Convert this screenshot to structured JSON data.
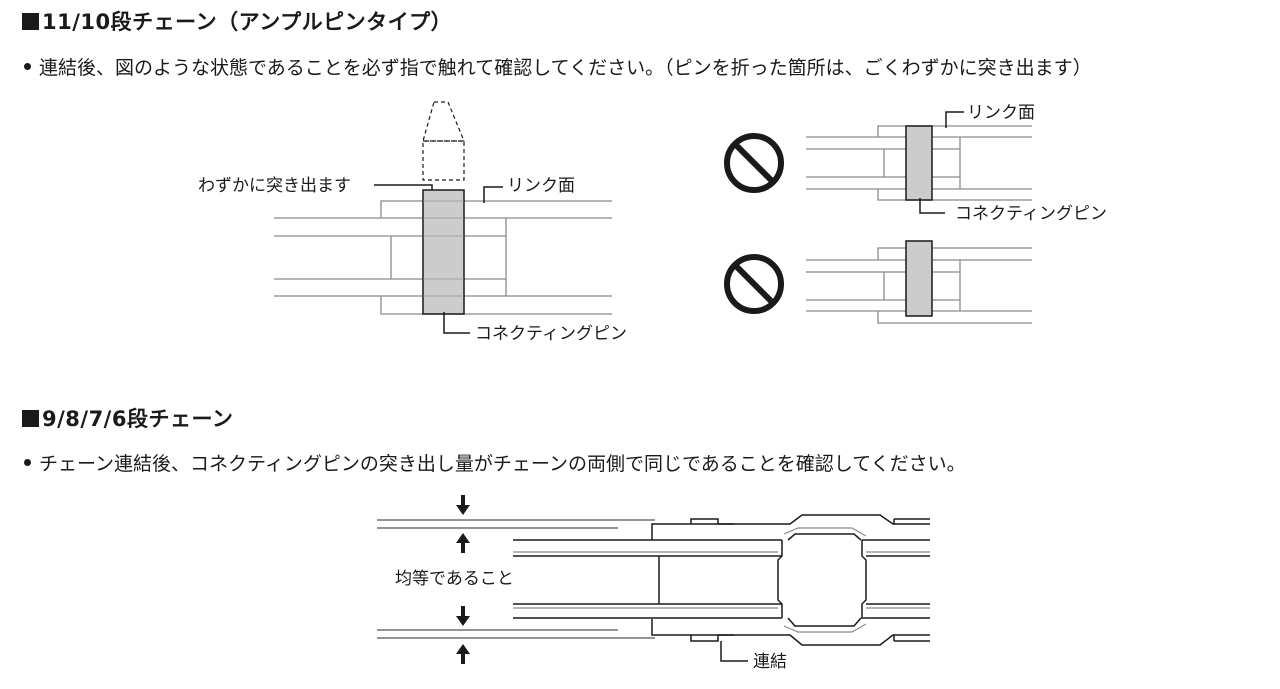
{
  "section1": {
    "heading": "11/10段チェーン（アンプルピンタイプ）",
    "bullet": "連結後、図のような状態であることを必ず指で触れて確認してください。（ピンを折った箇所は、ごくわずかに突き出ます）",
    "figure_ok": {
      "label_protrude": "わずかに突き出ます",
      "label_link_face": "リンク面",
      "label_pin": "コネクティングピン"
    },
    "figure_ng_1": {
      "icon": "prohibited-icon",
      "label_link_face": "リンク面",
      "label_pin": "コネクティングピン"
    },
    "figure_ng_2": {
      "icon": "prohibited-icon"
    }
  },
  "section2": {
    "heading": "9/8/7/6段チェーン",
    "bullet": "チェーン連結後、コネクティングピンの突き出し量がチェーンの両側で同じであることを確認してください。",
    "figure": {
      "label_equal": "均等であること",
      "label_join": "連結"
    }
  },
  "colors": {
    "pin_fill": "#cccccc",
    "line_gray": "#8a8a8a",
    "line_dark": "#1a1a1a"
  }
}
